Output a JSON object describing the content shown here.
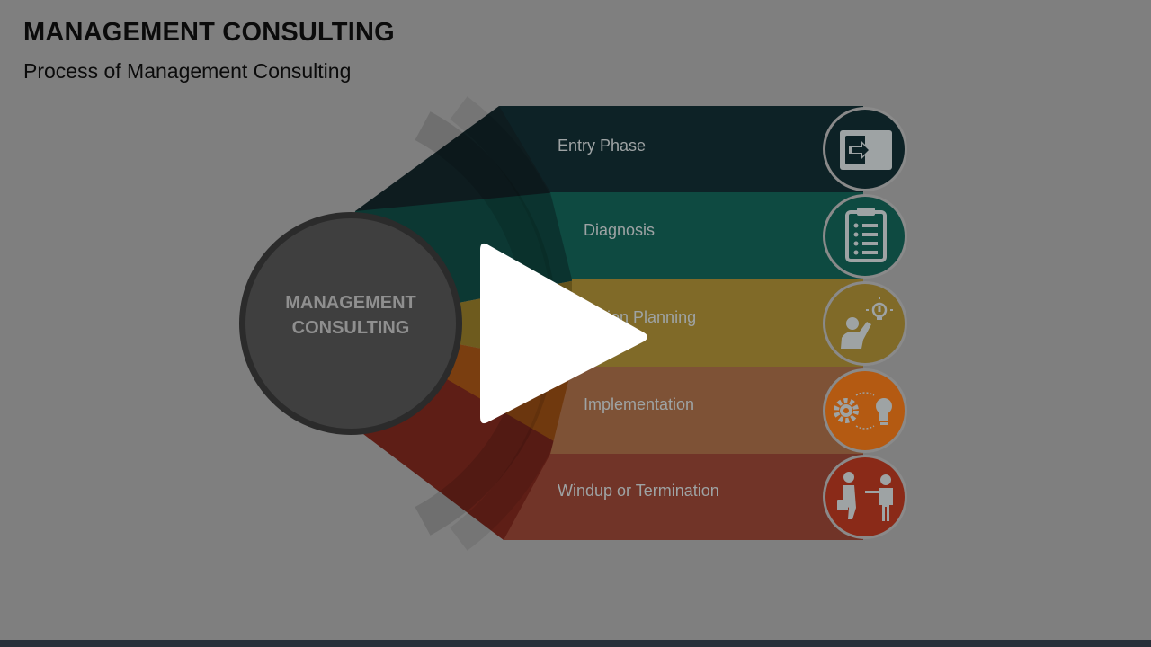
{
  "header": {
    "title": "MANAGEMENT CONSULTING",
    "subtitle": "Process of Management Consulting"
  },
  "hub": {
    "line1": "MANAGEMENT",
    "line2": "CONSULTING"
  },
  "steps": [
    {
      "label": "Entry Phase",
      "color": "#0d2226",
      "icon": "enter-icon"
    },
    {
      "label": "Diagnosis",
      "color": "#0e4a41",
      "icon": "clipboard-checklist-icon"
    },
    {
      "label": "Action Planning",
      "color": "#806a28",
      "icon": "person-idea-icon"
    },
    {
      "label": "Implementation",
      "color": "#7e5236",
      "icon": "gear-bulb-icon"
    },
    {
      "label": "Windup or Termination",
      "color": "#713428",
      "icon": "handover-icon"
    }
  ],
  "overlay": {
    "icon": "play-icon"
  }
}
